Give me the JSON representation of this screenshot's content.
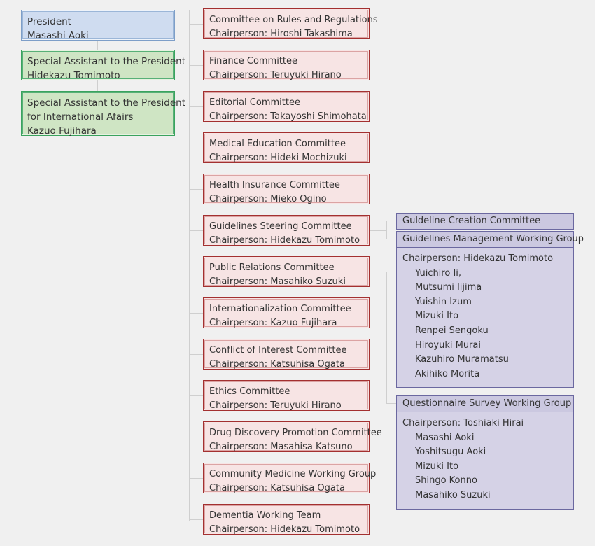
{
  "chart": {
    "title": "Organization Chart",
    "background_color": "#f0f0f0",
    "palette": {
      "president_fill": "#cfdcf0",
      "president_border": "#7d9ec8",
      "assistant_fill": "#cfe5c4",
      "assistant_border": "#3aa35e",
      "committee_fill": "#f7e4e4",
      "committee_border": "#a33030",
      "workinggroup_fill": "#d5d2e6",
      "workinggroup_header_fill": "#cbc8e0",
      "workinggroup_border": "#6b68a0",
      "connector": "#cfcfcf",
      "text": "#333333"
    }
  },
  "executive": {
    "president": {
      "title": "President",
      "name": "Masashi Aoki"
    },
    "assistants": [
      {
        "title_line1": "Special Assistant to the President",
        "title_line2": "",
        "name": "Hidekazu Tomimoto"
      },
      {
        "title_line1": "Special Assistant to the President",
        "title_line2": "for International Afairs",
        "name": "Kazuo Fujihara"
      }
    ]
  },
  "committees": [
    {
      "name": "Committee on Rules and Regulations",
      "chair": "Chairperson: Hiroshi Takashima"
    },
    {
      "name": "Finance Committee",
      "chair": "Chairperson: Teruyuki Hirano"
    },
    {
      "name": "Editorial Committee",
      "chair": "Chairperson: Takayoshi Shimohata"
    },
    {
      "name": "Medical Education Committee",
      "chair": "Chairperson: Hideki Mochizuki"
    },
    {
      "name": "Health Insurance Committee",
      "chair": "Chairperson: Mieko Ogino"
    },
    {
      "name": "Guidelines Steering Committee",
      "chair": "Chairperson: Hidekazu Tomimoto"
    },
    {
      "name": "Public Relations Committee",
      "chair": "Chairperson: Masahiko Suzuki"
    },
    {
      "name": "Internationalization Committee",
      "chair": "Chairperson: Kazuo Fujihara"
    },
    {
      "name": "Conflict of Interest Committee",
      "chair": "Chairperson: Katsuhisa Ogata"
    },
    {
      "name": "Ethics Committee",
      "chair": "Chairperson: Teruyuki Hirano"
    },
    {
      "name": "Drug Discovery Promotion Committee",
      "chair": "Chairperson: Masahisa Katsuno"
    },
    {
      "name": "Community Medicine Working Group",
      "chair": "Chairperson: Katsuhisa Ogata"
    },
    {
      "name": "Dementia Working Team",
      "chair": "Chairperson: Hidekazu Tomimoto"
    }
  ],
  "working_groups": [
    {
      "name": "Guldeline Creation Committee",
      "chair": "",
      "members": []
    },
    {
      "name": "Guidelines Management Working Group",
      "chair": "Chairperson: Hidekazu Tomimoto",
      "members": [
        "Yuichiro Ii,",
        "Mutsumi Iijima",
        "Yuishin Izum",
        "Mizuki Ito",
        "Renpei Sengoku",
        "Hiroyuki Murai",
        "Kazuhiro Muramatsu",
        "Akihiko Morita"
      ]
    },
    {
      "name": "Questionnaire Survey Working Group",
      "chair": "Chairperson: Toshiaki Hirai",
      "members": [
        "Masashi Aoki",
        "Yoshitsugu Aoki",
        "Mizuki Ito",
        "Shingo Konno",
        "Masahiko Suzuki"
      ]
    }
  ]
}
